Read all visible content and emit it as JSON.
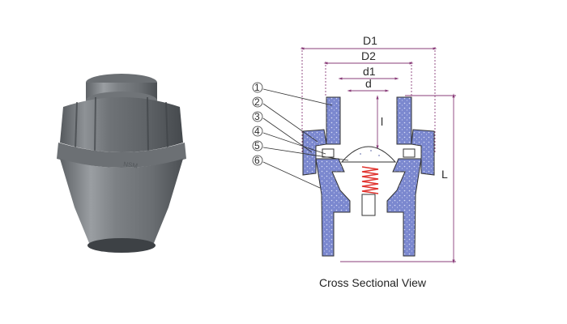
{
  "product_image": {
    "engraving": "NSM"
  },
  "cross_section": {
    "dimensions": {
      "D1": "D1",
      "D2": "D2",
      "d1": "d1",
      "d": "d",
      "l": "l",
      "L": "L"
    },
    "callouts": [
      "1",
      "2",
      "3",
      "4",
      "5",
      "6"
    ],
    "colors": {
      "body": "#7b88cf",
      "body_speckle": "#d7dcf5",
      "spring": "#e0332e",
      "outline": "#333333",
      "dim_line": "#8a3d7a"
    }
  },
  "caption": "Cross Sectional View"
}
